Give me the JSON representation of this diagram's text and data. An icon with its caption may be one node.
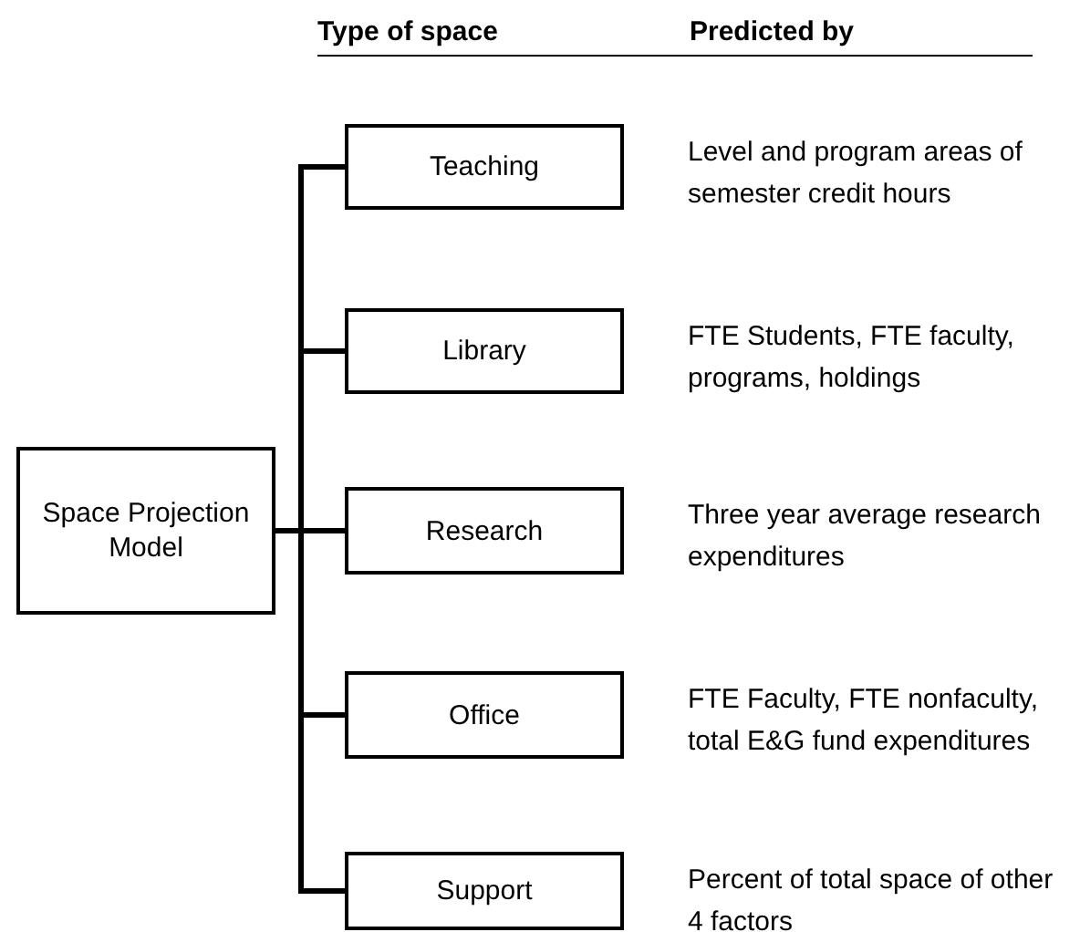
{
  "diagram": {
    "nodes": [
      {
        "text": [
          "Space Projection Model"
        ]
      },
      {
        "text": [
          "Teaching"
        ],
        "beside": [
          "Level and program areas of semester credit hours"
        ]
      },
      {
        "text": [
          "Library"
        ],
        "beside": [
          "FTE Students, FTE faculty, programs, holdings"
        ]
      },
      {
        "text": [
          "Research"
        ],
        "beside": [
          "Three year average research expenditures"
        ]
      },
      {
        "text": [
          "Office"
        ],
        "beside": [
          "FTE Faculty, FTE nonfaculty, total E&G fund expenditures"
        ]
      },
      {
        "text": [
          "Support"
        ],
        "beside": [
          "Percent of total space of other 4 factors"
        ]
      }
    ],
    "edges": [
      {
        "from": 0,
        "to": 1,
        "arrow": "none"
      },
      {
        "from": 0,
        "to": 2,
        "arrow": "none"
      },
      {
        "from": 0,
        "to": 3,
        "arrow": "none"
      },
      {
        "from": 0,
        "to": 4,
        "arrow": "none"
      },
      {
        "from": 0,
        "to": 5,
        "arrow": "none"
      }
    ],
    "labels": [
      "Type of space",
      "Predicted by"
    ]
  }
}
